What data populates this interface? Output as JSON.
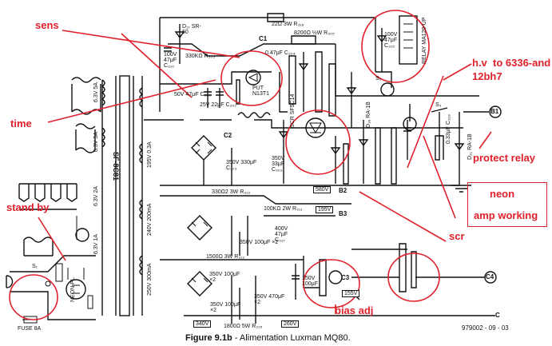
{
  "annotations": {
    "sens": "sens",
    "time": "time",
    "stand_by": "stand by",
    "hv": "h.v  to 6336-and\n12bh7",
    "protect_relay": "protect relay",
    "neon": "neon",
    "amp_working": "amp working",
    "scr": "scr",
    "bias_adj": "bias adj"
  },
  "caption": {
    "figure": "Figure 9.1b",
    "text": " - Alimentation Luxman MQ80.",
    "code": "979002 - 09 - 03"
  },
  "transformer_label": "SF-8C81",
  "terminals": [
    "B1",
    "B2",
    "B3",
    "C1",
    "C2",
    "C3",
    "C4",
    "C"
  ],
  "voltage_badges": [
    "580V",
    "195V",
    "155V",
    "340V",
    "260V"
  ],
  "labels": {
    "r1": "22Ω 3W R₃₁₈",
    "r2": "8200Ω ½W R₃₀₅",
    "relay": "RELAY MA120-UP",
    "c1": "100V 47μF C₃₁₅",
    "c2": "100V 47μF C₃₁₀",
    "r3": "330KΩ R₃₀₃",
    "r4": "0.47μF C₃₀₄",
    "c5": "50V 47μF C₃₀₁",
    "c6": "25V 22μF C₃₀₂",
    "pu": "PUT N13T1",
    "scr": "SCR SF5C14",
    "c7": "350V 330μF C₃₂₃",
    "c8": "350V 33μF C₃₀₃",
    "r5": "330Ω2 3W R₃₁₀",
    "r6": "100KΩ 2W R₃₁₁",
    "c9": "400V 47μF C₃₁₇",
    "c10": "350V 100μF ×2",
    "r7": "1500Ω 3W R₃₁₂",
    "c11": "350V 100μF ×2",
    "c12": "350V 470μF ×2",
    "c13": "350V 100μF ×2",
    "r8": "1800Ω 5W R₃₁₅",
    "c14": "0.33μF C₃₁₈",
    "c15": "150V 100μF",
    "neon": "NEON PL",
    "s1": "S₁",
    "fuse": "FUSE 8A",
    "s2": "S₂",
    "s3": "S₃",
    "d1": "D₁₇ SR-60",
    "d2": "D₁₆ RA-1B",
    "d3": "D₂₁ RA-1B",
    "tr1": "6.3V 5A",
    "tr2": "6.3V 5A",
    "tr3": "6.3V 2A",
    "tr4": "6.3V 1A",
    "tr5": "195V 0.3A",
    "tr6": "240V 200mA",
    "tr7": "250V 300mA"
  }
}
